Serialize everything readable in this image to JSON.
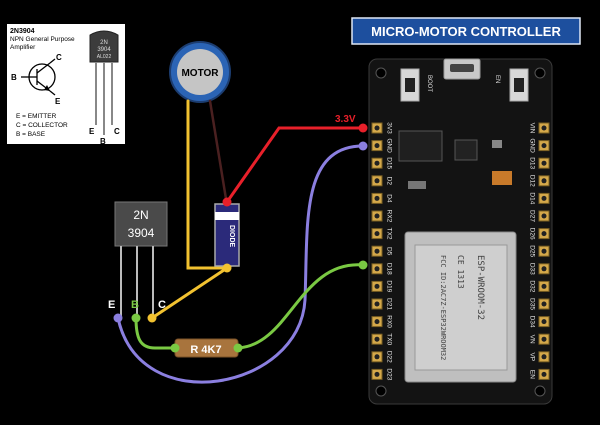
{
  "title": "MICRO-MOTOR CONTROLLER",
  "inset": {
    "part": "2N3904",
    "desc_line1": "NPN General Purpose",
    "desc_line2": "Amplifier",
    "pin_b": "B",
    "pin_c": "C",
    "pin_e": "E",
    "legend_e": "E = EMITTER",
    "legend_c": "C = COLLECTOR",
    "legend_b": "B = BASE",
    "package_line1": "2N",
    "package_line2": "3904",
    "package_line3": "AL022"
  },
  "motor": {
    "label": "MOTOR"
  },
  "diode": {
    "label": "DIODE"
  },
  "transistor": {
    "line1": "2N",
    "line2": "3904",
    "pin_e": "E",
    "pin_b": "B",
    "pin_c": "C"
  },
  "resistor": {
    "label": "R 4K7"
  },
  "voltage": {
    "label": "3.3V"
  },
  "board": {
    "boot": "BOOT",
    "en": "EN",
    "module_lines": [
      "FCC ID:2AC7Z-ESP32WROOM32",
      "CE 1313",
      "ESP-WROOM-32"
    ],
    "pins_left": [
      "3V3",
      "GND",
      "D15",
      "D2",
      "D4",
      "RX2",
      "TX2",
      "D5",
      "D18",
      "D19",
      "D21",
      "RX0",
      "TX0",
      "D22",
      "D23"
    ],
    "pins_right": [
      "VIN",
      "GND",
      "D13",
      "D12",
      "D14",
      "D27",
      "D26",
      "D25",
      "D33",
      "D32",
      "D35",
      "D34",
      "VN",
      "VP",
      "EN"
    ]
  },
  "colors": {
    "red_wire": "#e8202a",
    "purple_wire": "#8b7fe0",
    "green_wire": "#7ac943",
    "yellow_wire": "#f2c230",
    "title_bg": "#1d4f9e",
    "board": "#131313"
  }
}
